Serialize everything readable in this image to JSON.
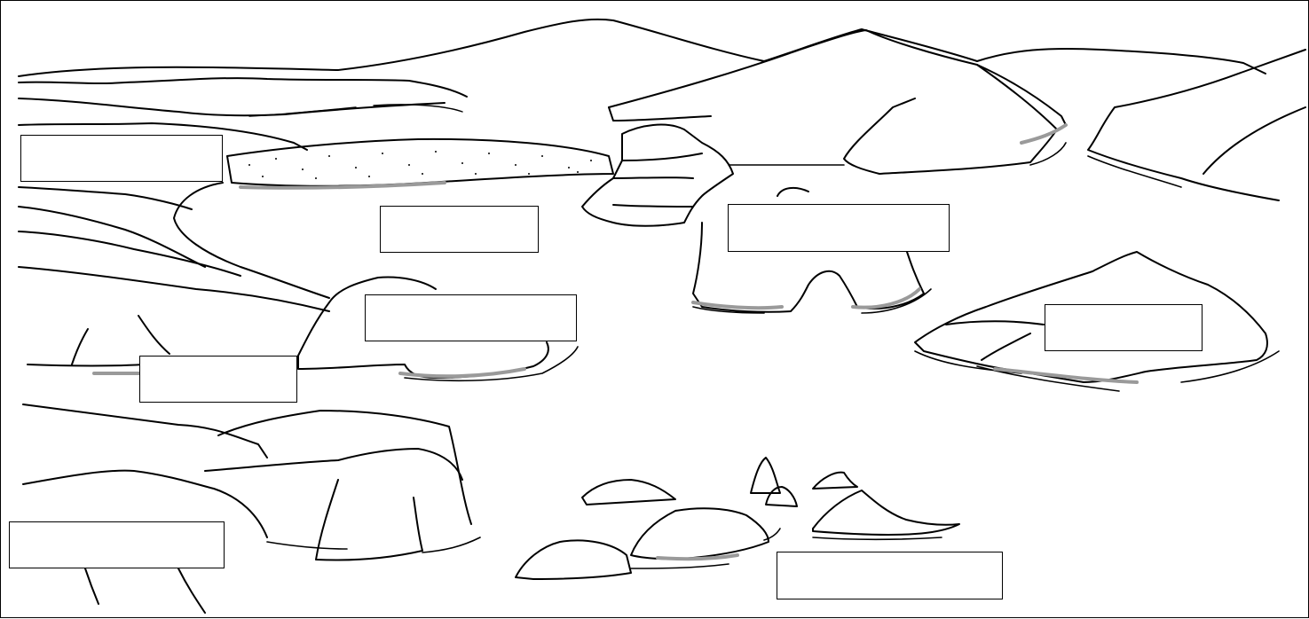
{
  "diagram": {
    "kind": "coastal landforms worksheet",
    "line_color": "#000000",
    "shade_color": "#9a9a9a",
    "background": "#ffffff",
    "labels": [
      {
        "id": 1,
        "text": ""
      },
      {
        "id": 2,
        "text": ""
      },
      {
        "id": 3,
        "text": ""
      },
      {
        "id": 4,
        "text": ""
      },
      {
        "id": 5,
        "text": ""
      },
      {
        "id": 6,
        "text": ""
      },
      {
        "id": 7,
        "text": ""
      },
      {
        "id": 8,
        "text": ""
      }
    ]
  }
}
